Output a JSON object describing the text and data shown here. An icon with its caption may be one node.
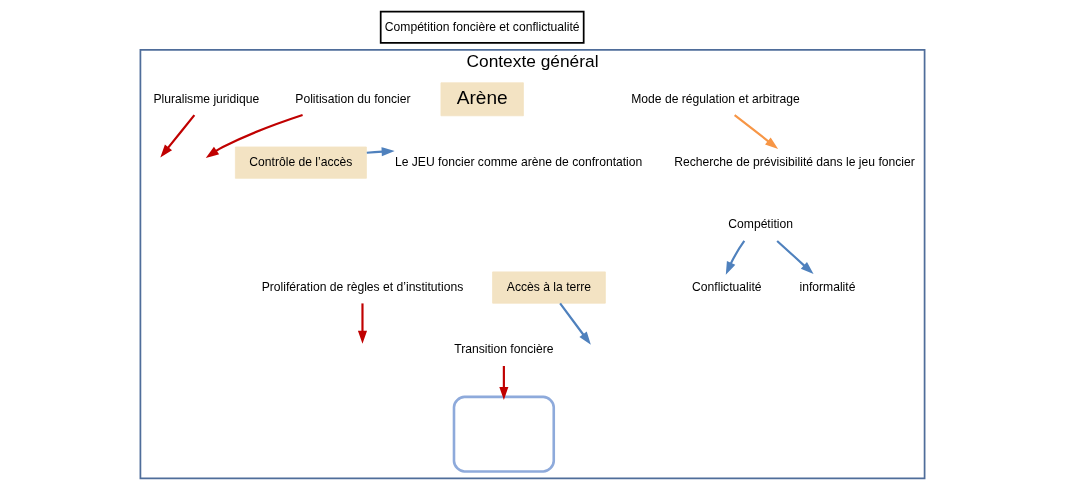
{
  "diagram": {
    "nodes": [
      {
        "text": [
          "Compétition foncière et conflictualité"
        ]
      },
      {
        "text": [
          "Contexte général"
        ]
      },
      {
        "text": [
          "Pluralisme juridique"
        ],
        "in": 1
      },
      {
        "text": [
          "Politisation du foncier"
        ],
        "in": 1
      },
      {
        "text": [
          "Arène"
        ],
        "in": 1
      },
      {
        "text": [],
        "shape": "box",
        "in": 1
      },
      {
        "text": [
          "Contrôle de l’accès"
        ],
        "in": 1
      },
      {
        "text": [
          "Le JEU foncier comme arène de confrontation"
        ],
        "in": 1
      },
      {
        "text": [
          "Mode de régulation et arbitrage"
        ],
        "in": 1
      },
      {
        "text": [
          "Recherche de prévisibilité dans le jeu foncier"
        ],
        "in": 1
      },
      {
        "text": [
          "Compétition"
        ],
        "in": 1
      },
      {
        "text": [
          "Accès à la terre"
        ],
        "in": 1
      },
      {
        "text": [
          "Conflictualité"
        ],
        "in": 1
      },
      {
        "text": [
          "informalité"
        ],
        "in": 1
      },
      {
        "text": [
          "Prolifération de règles et d’institutions"
        ],
        "in": 1
      },
      {
        "text": [
          "Transition foncière"
        ],
        "in": 1
      }
    ],
    "edges": [
      {
        "from": 2,
        "to": null,
        "arrow": "to",
        "color": "#c00000"
      },
      {
        "from": 3,
        "to": null,
        "arrow": "to",
        "color": "#c00000"
      },
      {
        "from": 6,
        "to": 7,
        "arrow": "to",
        "color": "#4f81bd"
      },
      {
        "from": 8,
        "to": 9,
        "arrow": "to",
        "color": "#f79646"
      },
      {
        "from": 11,
        "to": null,
        "arrow": "to",
        "color": "#4f81bd"
      },
      {
        "from": 10,
        "to": 12,
        "arrow": "to",
        "color": "#4f81bd"
      },
      {
        "from": 10,
        "to": 13,
        "arrow": "to",
        "color": "#4f81bd"
      },
      {
        "from": 14,
        "to": null,
        "arrow": "to",
        "color": "#c00000"
      },
      {
        "from": 15,
        "to": 5,
        "arrow": "to",
        "color": "#c00000"
      }
    ]
  }
}
